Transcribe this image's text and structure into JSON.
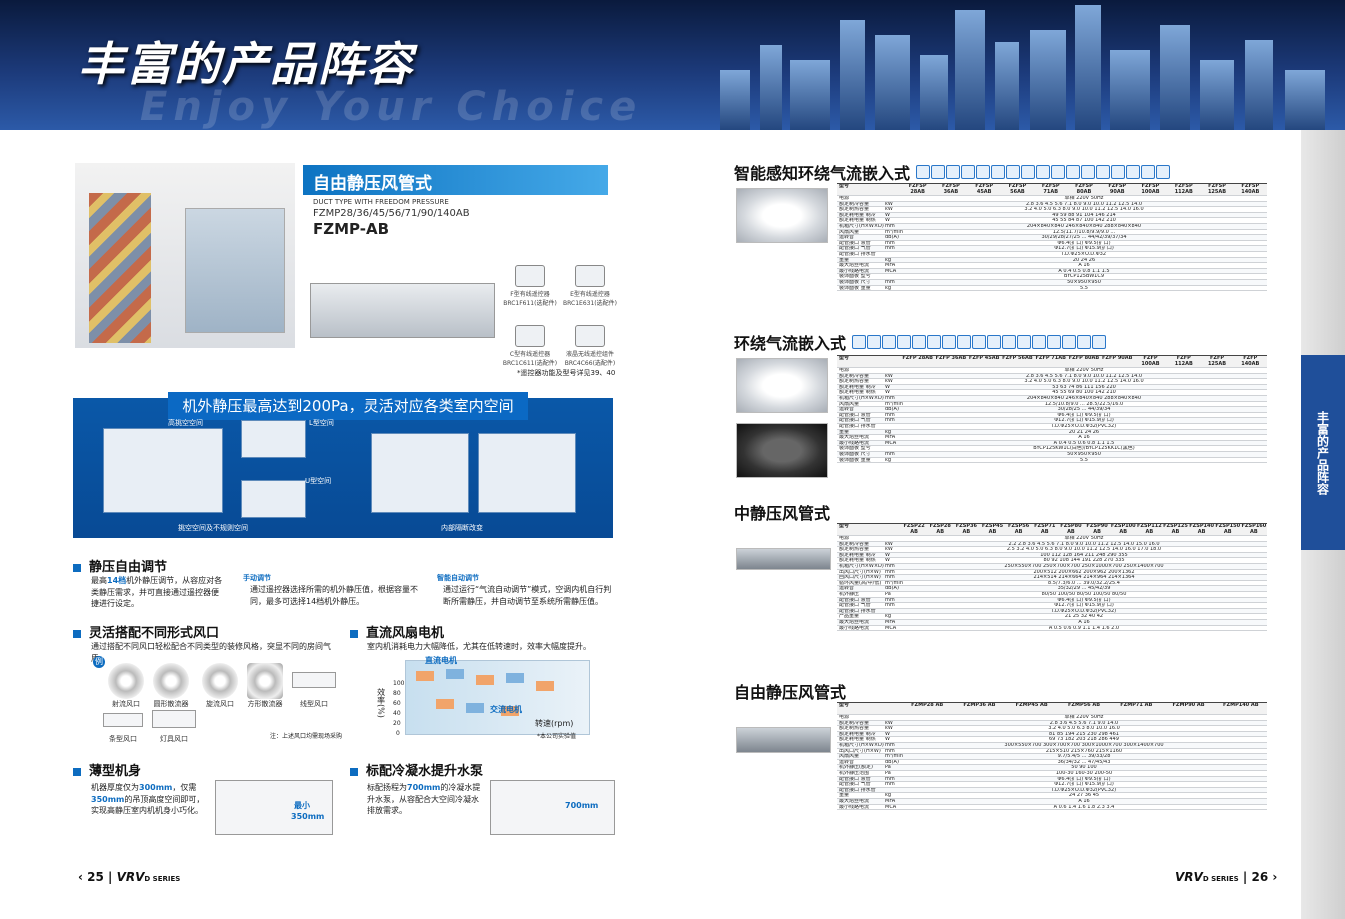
{
  "banner": {
    "title": "丰富的产品阵容",
    "subtitle": "Enjoy Your Choice"
  },
  "side_tab": "丰富的产品阵容",
  "left": {
    "product": {
      "name": "自由静压风管式",
      "en": "DUCT TYPE WITH FREEDOM PRESSURE",
      "models": "FZMP28/36/45/56/71/90/140AB",
      "code": "FZMP-AB"
    },
    "controllers": [
      {
        "label": "F型有线遥控器 BRC1F611(选配件)"
      },
      {
        "label": "E型有线遥控器 BRC1E631(选配件)"
      },
      {
        "label": "C型有线遥控器 BRC1C611(选配件)"
      },
      {
        "label": "液晶无线遥控组件 BRC4C66(选配件)"
      }
    ],
    "controller_note": "*遥控器功能及型号详见39、40",
    "pressure": {
      "headline": "机外静压最高达到200Pa，灵活对应各类室内空间",
      "spaces": [
        "高挑空空间",
        "L型空间",
        "U型空间"
      ],
      "captions": [
        "挑空空间及不规则空间",
        "内部隔断改变"
      ]
    },
    "static": {
      "title": "静压自由调节",
      "text_parts": [
        "最高",
        "14档",
        "机外静压调节，从容应对各类静压需求，并可直接通过遥控器便捷进行设定。"
      ],
      "manual_title": "手动调节",
      "manual_text": "通过遥控器选择所需的机外静压值，根据容量不同，最多可选择14档机外静压。",
      "auto_title": "智能自动调节",
      "auto_text": "通过运行“气流自动调节”模式，空调内机自行判断所需静压，并自动调节至系统所需静压值。"
    },
    "outlets": {
      "title": "灵活搭配不同形式风口",
      "text": "通过搭配不同风口轻松配合不同类型的装修风格，突显不同的房间气质。",
      "example": "例",
      "items": [
        "射流风口",
        "圆形散流器",
        "旋流风口",
        "方形散流器",
        "线型风口",
        "条型风口",
        "灯具风口"
      ],
      "note": "注：上述风口均需现场采购"
    },
    "dc_motor": {
      "title": "直流风扇电机",
      "text": "室内机消耗电力大幅降低，尤其在低转速时，效率大幅度提升。",
      "chart_labels": [
        "直流电机",
        "交流电机",
        "转速(rpm)",
        "效率(%)"
      ],
      "y_ticks": [
        "100",
        "80",
        "60",
        "40",
        "20",
        "0"
      ],
      "note": "*本公司实验值"
    },
    "thin": {
      "title": "薄型机身",
      "text_parts": [
        "机器厚度仅为",
        "300mm",
        "，仅需",
        "350mm",
        "的吊顶高度空间即可，实现高静压室内机机身小巧化。"
      ],
      "dim_label": "最小",
      "dim_value": "350mm"
    },
    "drain": {
      "title": "标配冷凝水提升水泵",
      "text_parts": [
        "标配扬程为",
        "700mm",
        "的冷凝水提升水泵，从容配合大空间冷凝水排放需求。"
      ],
      "dim_value": "700mm"
    },
    "page_no": "25",
    "logo": "VRV",
    "series": "D SERIES"
  },
  "right": {
    "page_no": "26",
    "logo": "VRV",
    "series": "D SERIES",
    "sections": [
      {
        "title": "智能感知环绕气流嵌入式",
        "models": [
          "FZFSP 28AB",
          "FZFSP 36AB",
          "FZFSP 45AB",
          "FZFSP 56AB",
          "FZFSP 71AB",
          "FZFSP 80AB",
          "FZFSP 90AB",
          "FZFSP 100AB",
          "FZFSP 112AB",
          "FZFSP 125AB",
          "FZFSP 140AB"
        ],
        "rows": [
          [
            "电源",
            "",
            "单相 220V 50Hz"
          ],
          [
            "额定制冷容量",
            "kW",
            "2.8 3.6 4.5 5.6 7.1 8.0 9.0 10.0 11.2 12.5 14.0"
          ],
          [
            "额定制热容量",
            "kW",
            "3.2 4.0 5.0 6.3 8.0 9.0 10.0 11.2 12.5 14.0 16.0"
          ],
          [
            "额定耗电量 制冷",
            "W",
            "49 59 88 91 104 146 214"
          ],
          [
            "额定耗电量 制热",
            "W",
            "45 55 84 87 100 142 210"
          ],
          [
            "机箱尺寸(H×W×D)",
            "mm",
            "204×840×840 246×840×840 288×840×840"
          ],
          [
            "风扇风量",
            "m³/min",
            "12.5/11.7/10.8/9.9/9.0 ..."
          ],
          [
            "运转音",
            "dB(A)",
            "30/29/28/27/25 ... 44/42/39/37/34"
          ],
          [
            "配管接口 液管",
            "mm",
            "Φ6.4(扩口) Φ9.5(扩口)"
          ],
          [
            "配管接口 气管",
            "mm",
            "Φ12.7(扩口) Φ15.9(扩口)"
          ],
          [
            "配管接口 排水管",
            "",
            "I.D.Φ25×O.D.Φ32"
          ],
          [
            "重量",
            "kg",
            "20 24 26"
          ],
          [
            "最大熔丝电流",
            "MFA",
            "A 16"
          ],
          [
            "最小线路电流",
            "MCA",
            "A 0.4 0.5 0.8 1.1 1.5"
          ],
          [
            "装饰面板 型号",
            "",
            "BYCP125BW1C9"
          ],
          [
            "装饰面板 尺寸",
            "mm",
            "50×950×950"
          ],
          [
            "装饰面板 重量",
            "kg",
            "5.5"
          ]
        ]
      },
      {
        "title": "环绕气流嵌入式",
        "models": [
          "FZFP 28AB",
          "FZFP 36AB",
          "FZFP 45AB",
          "FZFP 56AB",
          "FZFP 71AB",
          "FZFP 80AB",
          "FZFP 90AB",
          "FZFP 100AB",
          "FZFP 112AB",
          "FZFP 125AB",
          "FZFP 140AB"
        ],
        "rows": [
          [
            "电源",
            "",
            "单相 220V 50Hz"
          ],
          [
            "额定制冷容量",
            "kW",
            "2.8 3.6 4.5 5.6 7.1 8.0 9.0 10.0 11.2 12.5 14.0"
          ],
          [
            "额定制热容量",
            "kW",
            "3.2 4.0 5.0 6.3 8.0 9.0 10.0 11.2 12.5 14.0 16.0"
          ],
          [
            "额定耗电量 制冷",
            "W",
            "53 63 74 86 111 156 220"
          ],
          [
            "额定耗电量 制热",
            "W",
            "45 55 69 80 100 142 210"
          ],
          [
            "机箱尺寸(H×W×D)",
            "mm",
            "204×840×840 246×840×840 288×840×840"
          ],
          [
            "风扇风量",
            "m³/min",
            "12.5/10.8/9.0 ... 28.5/22.5/16.0"
          ],
          [
            "运转音",
            "dB(A)",
            "30/28/25 ... 44/39/34"
          ],
          [
            "配管接口 液管",
            "mm",
            "Φ6.4(扩口) Φ9.5(扩口)"
          ],
          [
            "配管接口 气管",
            "mm",
            "Φ12.7(扩口) Φ15.9(扩口)"
          ],
          [
            "配管接口 排水管",
            "",
            "I.D.Φ25×O.D.Φ32(PVC32)"
          ],
          [
            "重量",
            "kg",
            "20 21 24 26"
          ],
          [
            "最大熔丝电流",
            "MFA",
            "A 16"
          ],
          [
            "最小线路电流",
            "MCA",
            "A 0.4 0.5 0.6 0.8 1.1 1.5"
          ],
          [
            "装饰面板 型号",
            "",
            "BYCP125KW1C(白色)/BYCP125KK1C(黑色)"
          ],
          [
            "装饰面板 尺寸",
            "mm",
            "50×950×950"
          ],
          [
            "装饰面板 重量",
            "kg",
            "5.5"
          ]
        ]
      },
      {
        "title": "中静压风管式",
        "models": [
          "FZSP22 AB",
          "FZSP28 AB",
          "FZSP36 AB",
          "FZSP45 AB",
          "FZSP56 AB",
          "FZSP71 AB",
          "FZSP80 AB",
          "FZSP90 AB",
          "FZSP100 AB",
          "FZSP112 AB",
          "FZSP125 AB",
          "FZSP140 AB",
          "FZSP150 AB",
          "FZSP160 AB"
        ],
        "rows": [
          [
            "电源",
            "",
            "单相 220V 50Hz"
          ],
          [
            "额定制冷容量",
            "kW",
            "2.2 2.8 3.6 4.5 5.6 7.1 8.0 9.0 10.0 11.2 12.5 14.0 15.0 16.0"
          ],
          [
            "额定制热容量",
            "kW",
            "2.5 3.2 4.0 5.0 6.3 8.0 9.0 10.0 11.2 12.5 14.0 16.0 17.0 18.0"
          ],
          [
            "额定耗电量 制冷",
            "W",
            "100 112 128 164 211 248 290 355"
          ],
          [
            "额定耗电量 制热",
            "W",
            "80 92 108 144 191 228 270 335"
          ],
          [
            "机箱尺寸(H×W×D)",
            "mm",
            "250×550×700 250×700×700 250×1000×700 250×1400×700"
          ],
          [
            "出风口尺寸(H×W)",
            "mm",
            "200×512 200×662 200×962 200×1362"
          ],
          [
            "回风口尺寸(H×W)",
            "mm",
            "214×514 214×664 214×964 214×1364"
          ],
          [
            "循环风量(高/中/低)",
            "m³/min",
            "8.5/7.3/6.0 ... 39.0/32.2/25.4"
          ],
          [
            "运转音",
            "dB(A)",
            "35/32/29 ... 45/42/39"
          ],
          [
            "机外静压",
            "Pa",
            "80/50 100/50 80/50 100/50 80/50"
          ],
          [
            "配管接口 液管",
            "mm",
            "Φ6.4(扩口) Φ9.5(扩口)"
          ],
          [
            "配管接口 气管",
            "mm",
            "Φ12.7(扩口) Φ15.9(扩口)"
          ],
          [
            "配管接口 排水管",
            "",
            "I.D.Φ25×O.D.Φ32(PVC32)"
          ],
          [
            "产品重量",
            "kg",
            "21 25 32 40 42"
          ],
          [
            "最大熔丝电流",
            "MFA",
            "A 16"
          ],
          [
            "最小线路电流",
            "MCA",
            "A 0.5 0.6 0.9 1.1 1.4 1.6 2.0"
          ]
        ]
      },
      {
        "title": "自由静压风管式",
        "models": [
          "FZMP28 AB",
          "FZMP36 AB",
          "FZMP45 AB",
          "FZMP56 AB",
          "FZMP71 AB",
          "FZMP90 AB",
          "FZMP140 AB"
        ],
        "rows": [
          [
            "电源",
            "",
            "单相 220V 50Hz"
          ],
          [
            "额定制冷容量",
            "kW",
            "2.8 3.6 4.5 5.6 7.1 9.0 14.0"
          ],
          [
            "额定制热容量",
            "kW",
            "3.2 4.0 5.0 6.3 8.0 10.0 16.0"
          ],
          [
            "额定耗电量 制冷",
            "W",
            "81 85 194 215 230 298 461"
          ],
          [
            "额定耗电量 制热",
            "W",
            "69 73 182 203 218 286 449"
          ],
          [
            "机箱尺寸(H×W×D)",
            "mm",
            "300×550×700 300×700×700 300×1000×700 300×1400×700"
          ],
          [
            "出风口尺寸(H×W)",
            "mm",
            "215×510 215×760 215×1160"
          ],
          [
            "风扇风量",
            "m³/min",
            "9.7/5.4/5 ... 39/33/28"
          ],
          [
            "运转音",
            "dB(A)",
            "36/34/32 ... 47/45/43"
          ],
          [
            "机外静压(额定)",
            "Pa",
            "50 90 100"
          ],
          [
            "机外静压范围",
            "Pa",
            "100-30 160-30 200-50"
          ],
          [
            "配管接口 液管",
            "mm",
            "Φ6.4(扩口) Φ9.5(扩口)"
          ],
          [
            "配管接口 气管",
            "mm",
            "Φ12.7(扩口) Φ15.9(扩口)"
          ],
          [
            "配管接口 排水管",
            "",
            "I.D.Φ25×O.D.Φ32(PVC32)"
          ],
          [
            "重量",
            "kg",
            "24 27 36 45"
          ],
          [
            "最大熔丝电流",
            "MFA",
            "A 16"
          ],
          [
            "最小线路电流",
            "MCA",
            "A 0.6 1.4 1.6 1.8 2.3 3.4"
          ]
        ]
      }
    ]
  }
}
